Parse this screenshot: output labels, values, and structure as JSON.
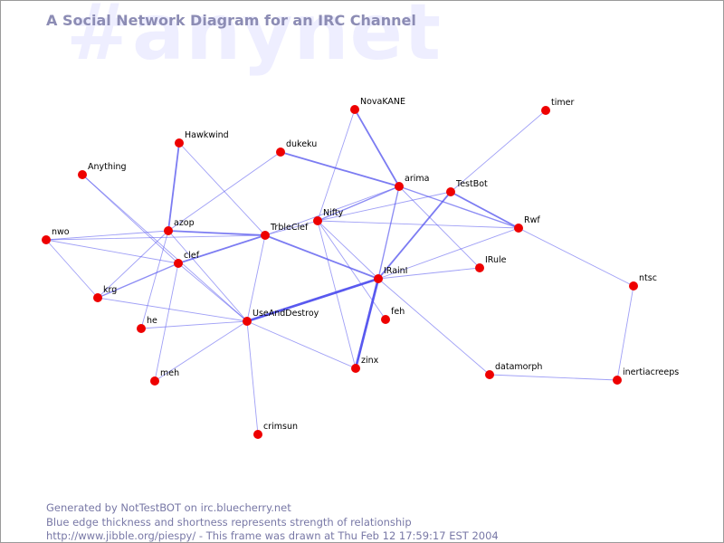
{
  "watermark": "#anynet",
  "title": "A Social Network Diagram for an IRC Channel",
  "footer": {
    "line1": "Generated by NotTestBOT on irc.bluecherry.net",
    "line2": "Blue edge thickness and shortness represents strength of relationship",
    "line3": "http://www.jibble.org/piespy/ - This frame was drawn at Thu Feb 12 17:59:17 EST 2004"
  },
  "colors": {
    "node": "#ee0000",
    "edge": "#5050ee",
    "label": "#000000"
  },
  "nodes": [
    {
      "id": "NovaKANE"
    },
    {
      "id": "timer"
    },
    {
      "id": "Hawkwind"
    },
    {
      "id": "dukeku"
    },
    {
      "id": "Anything"
    },
    {
      "id": "arima"
    },
    {
      "id": "TestBot"
    },
    {
      "id": "Nifty"
    },
    {
      "id": "azop"
    },
    {
      "id": "TrbleClef"
    },
    {
      "id": "Rwf"
    },
    {
      "id": "nwo"
    },
    {
      "id": "clef"
    },
    {
      "id": "IRule"
    },
    {
      "id": "IRainI"
    },
    {
      "id": "ntsc"
    },
    {
      "id": "krg"
    },
    {
      "id": "UseAndDestroy"
    },
    {
      "id": "feh"
    },
    {
      "id": "he"
    },
    {
      "id": "zinx"
    },
    {
      "id": "datamorph"
    },
    {
      "id": "inertiacreeps"
    },
    {
      "id": "meh"
    },
    {
      "id": "crimsun"
    }
  ],
  "edges": [
    {
      "source": "IRainI",
      "target": "UseAndDestroy",
      "strength": 3
    },
    {
      "source": "IRainI",
      "target": "zinx",
      "strength": 3
    },
    {
      "source": "IRainI",
      "target": "TestBot",
      "strength": 2
    },
    {
      "source": "IRainI",
      "target": "TrbleClef",
      "strength": 2
    },
    {
      "source": "IRainI",
      "target": "arima",
      "strength": 1.5
    },
    {
      "source": "IRainI",
      "target": "IRule",
      "strength": 1
    },
    {
      "source": "IRainI",
      "target": "Rwf",
      "strength": 1
    },
    {
      "source": "IRainI",
      "target": "datamorph",
      "strength": 1
    },
    {
      "source": "IRainI",
      "target": "Nifty",
      "strength": 1
    },
    {
      "source": "arima",
      "target": "NovaKANE",
      "strength": 2
    },
    {
      "source": "arima",
      "target": "dukeku",
      "strength": 2
    },
    {
      "source": "arima",
      "target": "Rwf",
      "strength": 1.5
    },
    {
      "source": "arima",
      "target": "Nifty",
      "strength": 1.5
    },
    {
      "source": "arima",
      "target": "IRule",
      "strength": 1
    },
    {
      "source": "arima",
      "target": "TrbleClef",
      "strength": 1
    },
    {
      "source": "TestBot",
      "target": "Rwf",
      "strength": 2
    },
    {
      "source": "TestBot",
      "target": "timer",
      "strength": 1
    },
    {
      "source": "TestBot",
      "target": "Nifty",
      "strength": 1
    },
    {
      "source": "Nifty",
      "target": "NovaKANE",
      "strength": 1
    },
    {
      "source": "Nifty",
      "target": "feh",
      "strength": 1
    },
    {
      "source": "Nifty",
      "target": "zinx",
      "strength": 1
    },
    {
      "source": "Nifty",
      "target": "Rwf",
      "strength": 1
    },
    {
      "source": "TrbleClef",
      "target": "azop",
      "strength": 2
    },
    {
      "source": "TrbleClef",
      "target": "clef",
      "strength": 2
    },
    {
      "source": "TrbleClef",
      "target": "Hawkwind",
      "strength": 1
    },
    {
      "source": "TrbleClef",
      "target": "nwo",
      "strength": 1
    },
    {
      "source": "TrbleClef",
      "target": "UseAndDestroy",
      "strength": 1
    },
    {
      "source": "TrbleClef",
      "target": "Nifty",
      "strength": 1
    },
    {
      "source": "azop",
      "target": "Hawkwind",
      "strength": 2
    },
    {
      "source": "azop",
      "target": "dukeku",
      "strength": 1
    },
    {
      "source": "azop",
      "target": "he",
      "strength": 1
    },
    {
      "source": "azop",
      "target": "krg",
      "strength": 1
    },
    {
      "source": "azop",
      "target": "nwo",
      "strength": 1
    },
    {
      "source": "azop",
      "target": "UseAndDestroy",
      "strength": 1
    },
    {
      "source": "clef",
      "target": "Anything",
      "strength": 1
    },
    {
      "source": "clef",
      "target": "krg",
      "strength": 1.5
    },
    {
      "source": "clef",
      "target": "UseAndDestroy",
      "strength": 1
    },
    {
      "source": "clef",
      "target": "meh",
      "strength": 1
    },
    {
      "source": "clef",
      "target": "nwo",
      "strength": 1
    },
    {
      "source": "Anything",
      "target": "UseAndDestroy",
      "strength": 1
    },
    {
      "source": "nwo",
      "target": "krg",
      "strength": 1
    },
    {
      "source": "krg",
      "target": "UseAndDestroy",
      "strength": 1
    },
    {
      "source": "UseAndDestroy",
      "target": "he",
      "strength": 1
    },
    {
      "source": "UseAndDestroy",
      "target": "meh",
      "strength": 1
    },
    {
      "source": "UseAndDestroy",
      "target": "crimsun",
      "strength": 1
    },
    {
      "source": "UseAndDestroy",
      "target": "zinx",
      "strength": 1
    },
    {
      "source": "Rwf",
      "target": "ntsc",
      "strength": 1
    },
    {
      "source": "ntsc",
      "target": "inertiacreeps",
      "strength": 1
    },
    {
      "source": "datamorph",
      "target": "inertiacreeps",
      "strength": 1
    }
  ]
}
